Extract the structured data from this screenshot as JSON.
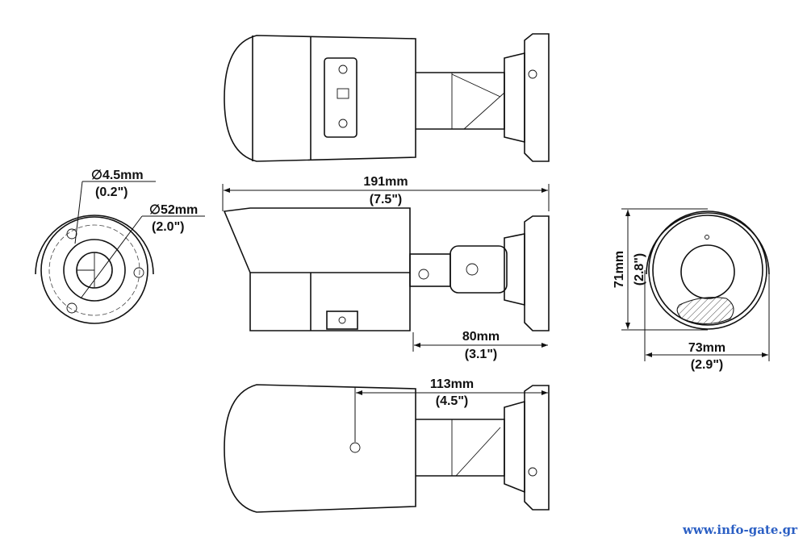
{
  "title": "Bullet camera dimension drawing",
  "dimensions": {
    "hole_diameter_mm": "∅4.5mm",
    "hole_diameter_in": "(0.2\")",
    "base_diameter_mm": "∅52mm",
    "base_diameter_in": "(2.0\")",
    "length_mm": "191mm",
    "length_in": "(7.5\")",
    "bracket_mm": "80mm",
    "bracket_in": "(3.1\")",
    "offset_mm": "113mm",
    "offset_in": "(4.5\")",
    "height_mm": "71mm",
    "height_in": "(2.8\")",
    "width_mm": "73mm",
    "width_in": "(2.9\")"
  },
  "watermark": "www.info-gate.gr"
}
